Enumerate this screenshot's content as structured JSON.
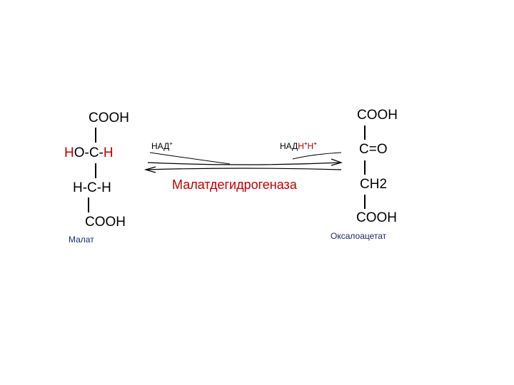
{
  "colors": {
    "text": "#000000",
    "accent_red": "#c00000",
    "accent_blue": "#1a2a6e"
  },
  "malate": {
    "top": "COOH",
    "row1_h": "H",
    "row1_rest": "O-C-",
    "row1_h2": "H",
    "row2": "H-C-H",
    "bottom": "COOH",
    "name": "Малат"
  },
  "oxaloacetate": {
    "top": "COOH",
    "row1": "C=O",
    "row2": "CH2",
    "bottom": "COOH",
    "name": "Оксалоацетат"
  },
  "reaction": {
    "cofactor_left": "НАД",
    "cofactor_left_sup": "+",
    "cofactor_right_a": "НАД",
    "cofactor_right_b": "Н",
    "cofactor_right_sup1": "+",
    "cofactor_right_c": "Н",
    "cofactor_right_sup2": "+",
    "enzyme": "Малатдегидрогеназа"
  }
}
